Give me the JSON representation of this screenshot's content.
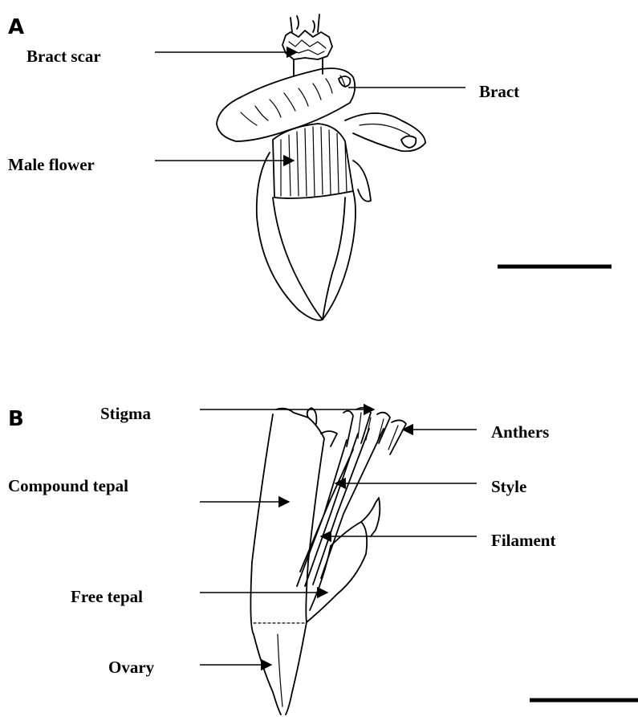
{
  "panels": {
    "a": {
      "letter": "A",
      "labels": {
        "bract_scar": "Bract scar",
        "bract": "Bract",
        "male_flower": "Male flower"
      }
    },
    "b": {
      "letter": "B",
      "labels": {
        "stigma": "Stigma",
        "anthers": "Anthers",
        "compound_tepal": "Compound tepal",
        "style": "Style",
        "filament": "Filament",
        "free_tepal": "Free tepal",
        "ovary": "Ovary"
      }
    }
  },
  "colors": {
    "ink": "#000000",
    "background": "#ffffff"
  }
}
